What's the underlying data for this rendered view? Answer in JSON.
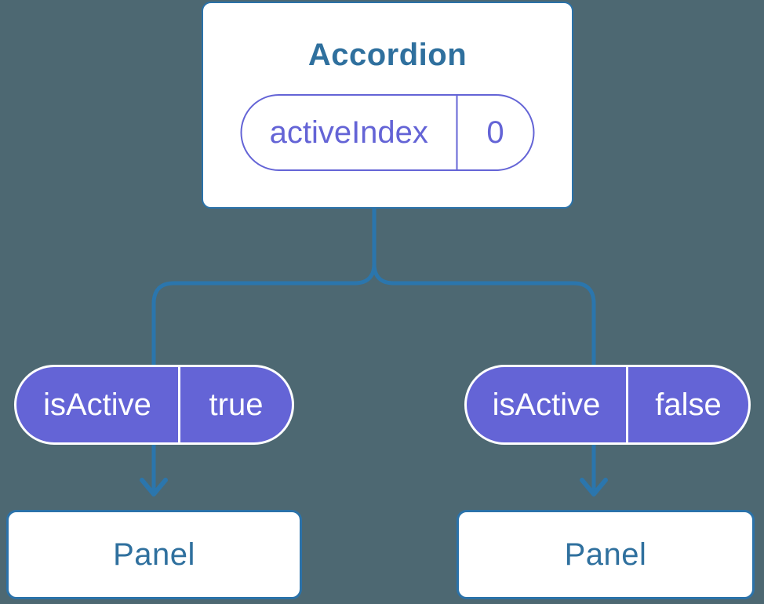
{
  "colors": {
    "background": "#4D6872",
    "connector_blue": "#2B76AD",
    "card_border_blue": "#2B72A9",
    "heading_blue": "#2F709E",
    "prop_purple": "#6464D6",
    "card_white": "#FFFFFF"
  },
  "tree": {
    "root": {
      "title": "Accordion",
      "state_name": "activeIndex",
      "state_value": "0"
    },
    "children": [
      {
        "prop_name": "isActive",
        "prop_value": "true",
        "child_title": "Panel"
      },
      {
        "prop_name": "isActive",
        "prop_value": "false",
        "child_title": "Panel"
      }
    ]
  }
}
